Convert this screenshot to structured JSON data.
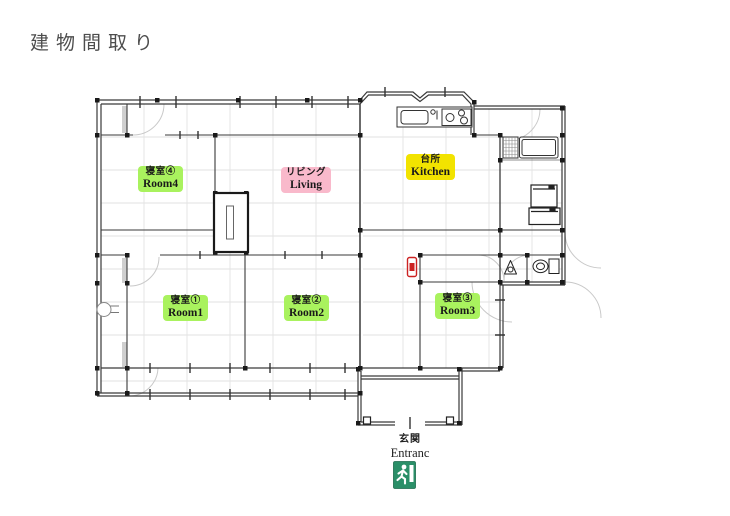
{
  "page": {
    "title": "建物間取り"
  },
  "plan": {
    "rooms": [
      {
        "id": "room4",
        "name_ja": "寝室④",
        "name_en": "Room4",
        "color": "#a9f25e"
      },
      {
        "id": "living",
        "name_ja": "リビング",
        "name_en": "Living",
        "color": "#f9b9cb"
      },
      {
        "id": "kitchen",
        "name_ja": "台所",
        "name_en": "Kitchen",
        "color": "#f2e300"
      },
      {
        "id": "room1",
        "name_ja": "寝室①",
        "name_en": "Room1",
        "color": "#a9f25e"
      },
      {
        "id": "room2",
        "name_ja": "寝室②",
        "name_en": "Room2",
        "color": "#a9f25e"
      },
      {
        "id": "room3",
        "name_ja": "寝室③",
        "name_en": "Room3",
        "color": "#a9f25e"
      }
    ],
    "entrance": {
      "name_ja": "玄関",
      "name_en": "Entranc",
      "icon": "emergency-exit-icon",
      "icon_color": "#2a8f68"
    },
    "fixtures": [
      "kitchen-sink",
      "kitchen-stove",
      "bathtub",
      "tile-floor",
      "washing-machine",
      "dryer",
      "toilet",
      "hand-sink",
      "fire-extinguisher",
      "wall-porthole",
      "closet-sliding-door"
    ],
    "colors": {
      "wall": "#3a3a3a",
      "tatami_grid": "#e2e2e2",
      "door_arc": "#c9c9c9",
      "fire_extinguisher": "#cc2222",
      "title_text": "#4d4d4d"
    }
  }
}
